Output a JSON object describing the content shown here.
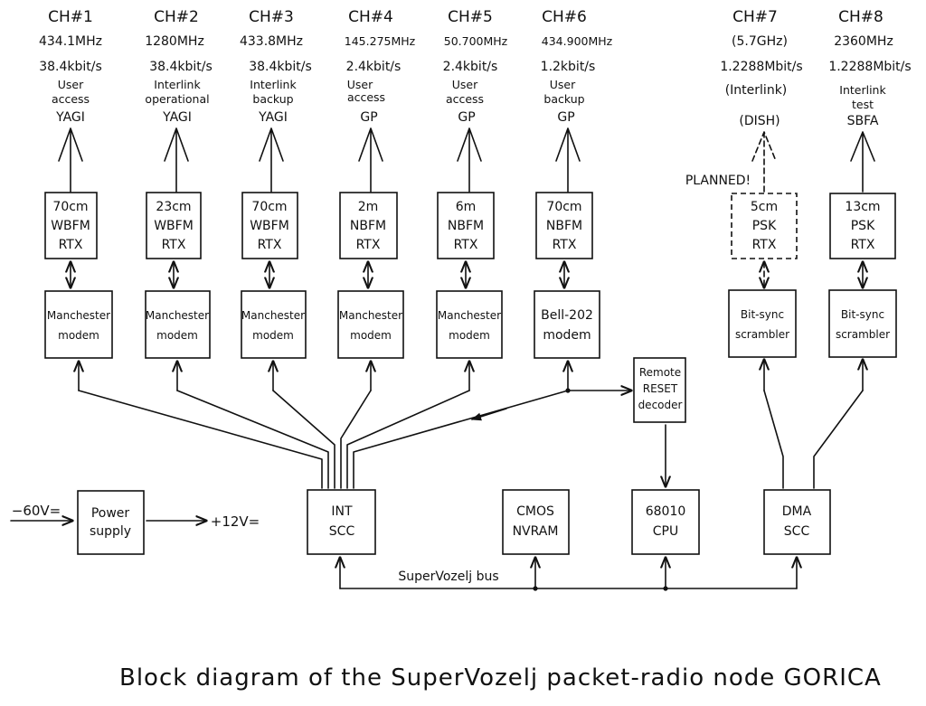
{
  "title": "Block diagram of the SuperVozelj packet-radio node GORICA",
  "channels": [
    {
      "name": "CH#1",
      "freq": "434.1MHz",
      "rate": "38.4kbit/s",
      "role": [
        "User",
        "access"
      ],
      "antenna": "YAGI",
      "rtx": [
        "70cm",
        "WBFM",
        "RTX"
      ],
      "modem": [
        "Manchester",
        "modem"
      ]
    },
    {
      "name": "CH#2",
      "freq": "1280MHz",
      "rate": "38.4kbit/s",
      "role": [
        "Interlink",
        "operational"
      ],
      "antenna": "YAGI",
      "rtx": [
        "23cm",
        "WBFM",
        "RTX"
      ],
      "modem": [
        "Manchester",
        "modem"
      ]
    },
    {
      "name": "CH#3",
      "freq": "433.8MHz",
      "rate": "38.4kbit/s",
      "role": [
        "Interlink",
        "backup"
      ],
      "antenna": "YAGI",
      "rtx": [
        "70cm",
        "WBFM",
        "RTX"
      ],
      "modem": [
        "Manchester",
        "modem"
      ]
    },
    {
      "name": "CH#4",
      "freq": "145.275MHz",
      "rate": "2.4kbit/s",
      "role": [
        "User",
        "access"
      ],
      "antenna": "GP",
      "rtx": [
        "2m",
        "NBFM",
        "RTX"
      ],
      "modem": [
        "Manchester",
        "modem"
      ]
    },
    {
      "name": "CH#5",
      "freq": "50.700MHz",
      "rate": "2.4kbit/s",
      "role": [
        "User",
        "access"
      ],
      "antenna": "GP",
      "rtx": [
        "6m",
        "NBFM",
        "RTX"
      ],
      "modem": [
        "Manchester",
        "modem"
      ]
    },
    {
      "name": "CH#6",
      "freq": "434.900MHz",
      "rate": "1.2kbit/s",
      "role": [
        "User",
        "backup"
      ],
      "antenna": "GP",
      "rtx": [
        "70cm",
        "NBFM",
        "RTX"
      ],
      "modem": [
        "Bell-202",
        "modem"
      ]
    },
    {
      "name": "CH#7",
      "freq": "(5.7GHz)",
      "rate": "1.2288Mbit/s",
      "role": [
        "(Interlink)"
      ],
      "antenna": "(DISH)",
      "rtx": [
        "5cm",
        "PSK",
        "RTX"
      ],
      "modem": [
        "Bit-sync",
        "scrambler"
      ]
    },
    {
      "name": "CH#8",
      "freq": "2360MHz",
      "rate": "1.2288Mbit/s",
      "role": [
        "Interlink",
        "test"
      ],
      "antenna": "SBFA",
      "rtx": [
        "13cm",
        "PSK",
        "RTX"
      ],
      "modem": [
        "Bit-sync",
        "scrambler"
      ]
    }
  ],
  "planned_label": "PLANNED!",
  "remote_reset": [
    "Remote",
    "RESET",
    "decoder"
  ],
  "power_in": "−60V=",
  "power_supply": [
    "Power",
    "supply"
  ],
  "power_out": "+12V=",
  "int_scc": [
    "INT",
    "SCC"
  ],
  "cmos": [
    "CMOS",
    "NVRAM"
  ],
  "cpu": [
    "68010",
    "CPU"
  ],
  "dma_scc": [
    "DMA",
    "SCC"
  ],
  "bus_label": "SuperVozelj bus"
}
